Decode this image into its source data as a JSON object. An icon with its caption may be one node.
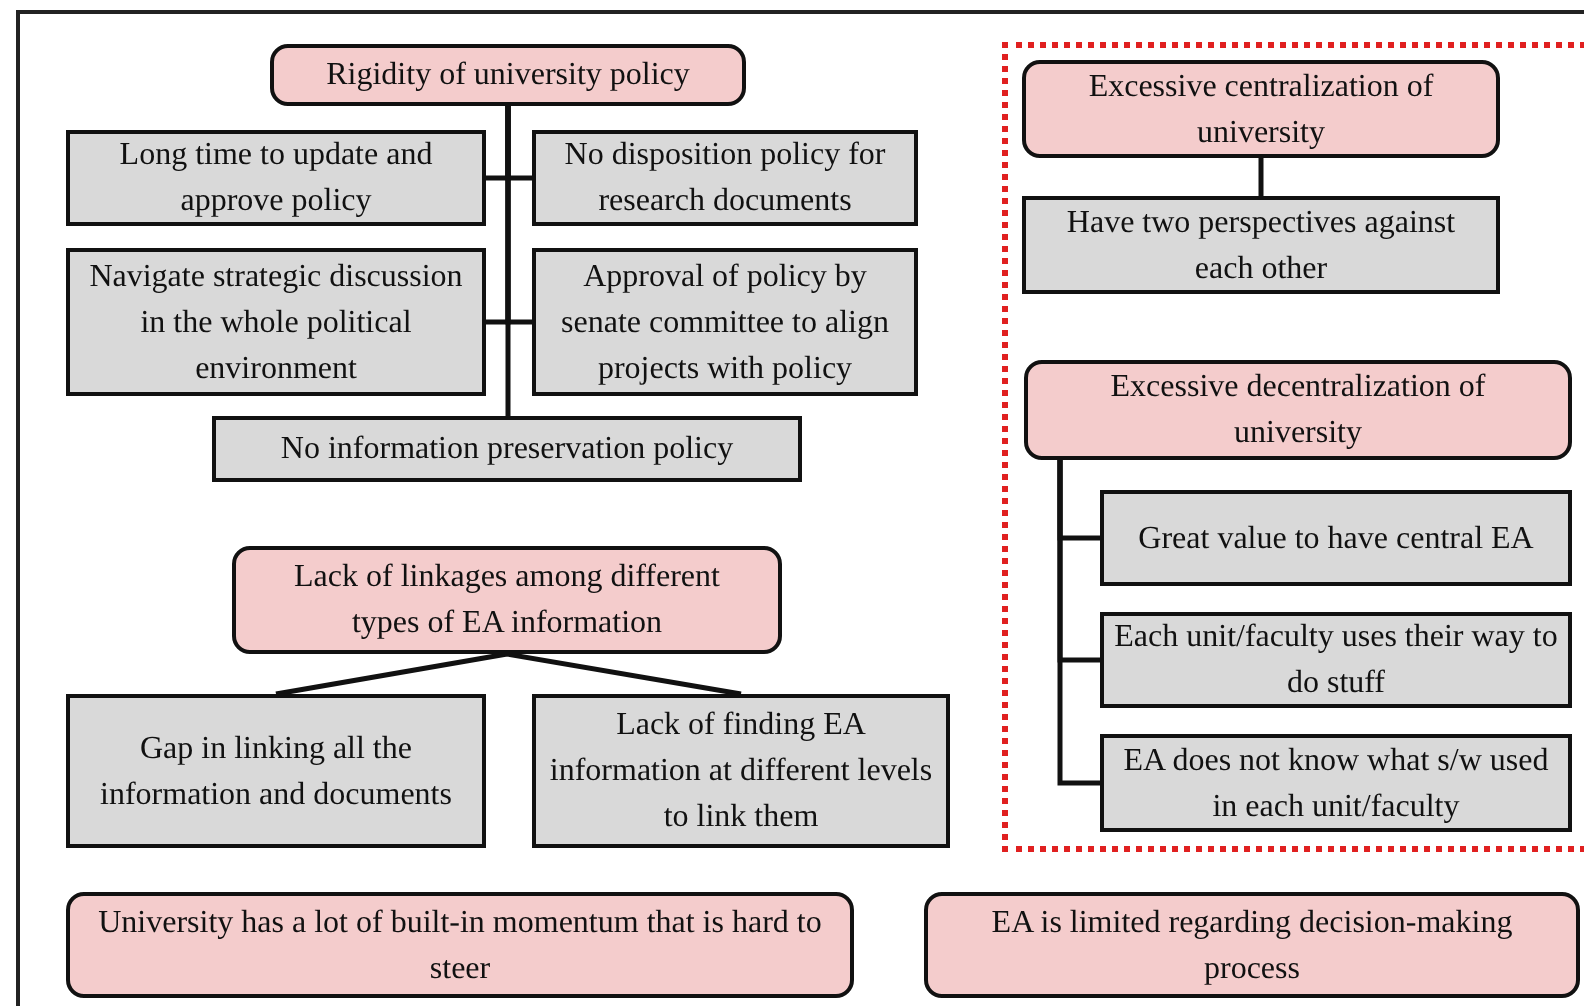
{
  "diagram": {
    "nodes": [
      {
        "text": [
          "Rigidity of university policy"
        ]
      },
      {
        "text": [
          "Long time to update and approve policy"
        ]
      },
      {
        "text": [
          "No disposition policy for research documents"
        ]
      },
      {
        "text": [
          "Navigate strategic discussion in the whole political environment"
        ]
      },
      {
        "text": [
          "Approval of policy by senate committee to align projects with policy"
        ]
      },
      {
        "text": [
          "No information preservation policy"
        ]
      },
      {
        "text": [
          "Lack of linkages among different types of EA information"
        ]
      },
      {
        "text": [
          "Gap in linking all the information and documents"
        ]
      },
      {
        "text": [
          "Lack of finding EA information at different levels to link them"
        ]
      },
      {
        "text": [
          "University has a lot of built-in momentum that is hard to steer"
        ]
      },
      {
        "text": [
          "EA is limited regarding decision-making process"
        ]
      },
      {
        "text": [],
        "shape": "box"
      },
      {
        "text": [
          "Excessive centralization of university"
        ],
        "in": 11
      },
      {
        "text": [
          "Have two perspectives against each other"
        ],
        "in": 11
      },
      {
        "text": [
          "Excessive decentralization of university"
        ],
        "in": 11
      },
      {
        "text": [
          "Great value to have central EA"
        ],
        "in": 11
      },
      {
        "text": [
          "Each unit/faculty uses their way to do stuff"
        ],
        "in": 11
      },
      {
        "text": [
          "EA does not know what s/w used in each unit/faculty"
        ],
        "in": 11
      }
    ],
    "edges": [
      {
        "from": 0,
        "to": 1,
        "arrow": "none"
      },
      {
        "from": 0,
        "to": 2,
        "arrow": "none"
      },
      {
        "from": 0,
        "to": 3,
        "arrow": "none"
      },
      {
        "from": 0,
        "to": 4,
        "arrow": "none"
      },
      {
        "from": 0,
        "to": 5,
        "arrow": "none"
      },
      {
        "from": 6,
        "to": 7,
        "arrow": "none"
      },
      {
        "from": 6,
        "to": 8,
        "arrow": "none"
      },
      {
        "from": 12,
        "to": 13,
        "arrow": "none"
      },
      {
        "from": 14,
        "to": 15,
        "arrow": "none"
      },
      {
        "from": 14,
        "to": 16,
        "arrow": "none"
      },
      {
        "from": 14,
        "to": 17,
        "arrow": "none"
      }
    ]
  }
}
